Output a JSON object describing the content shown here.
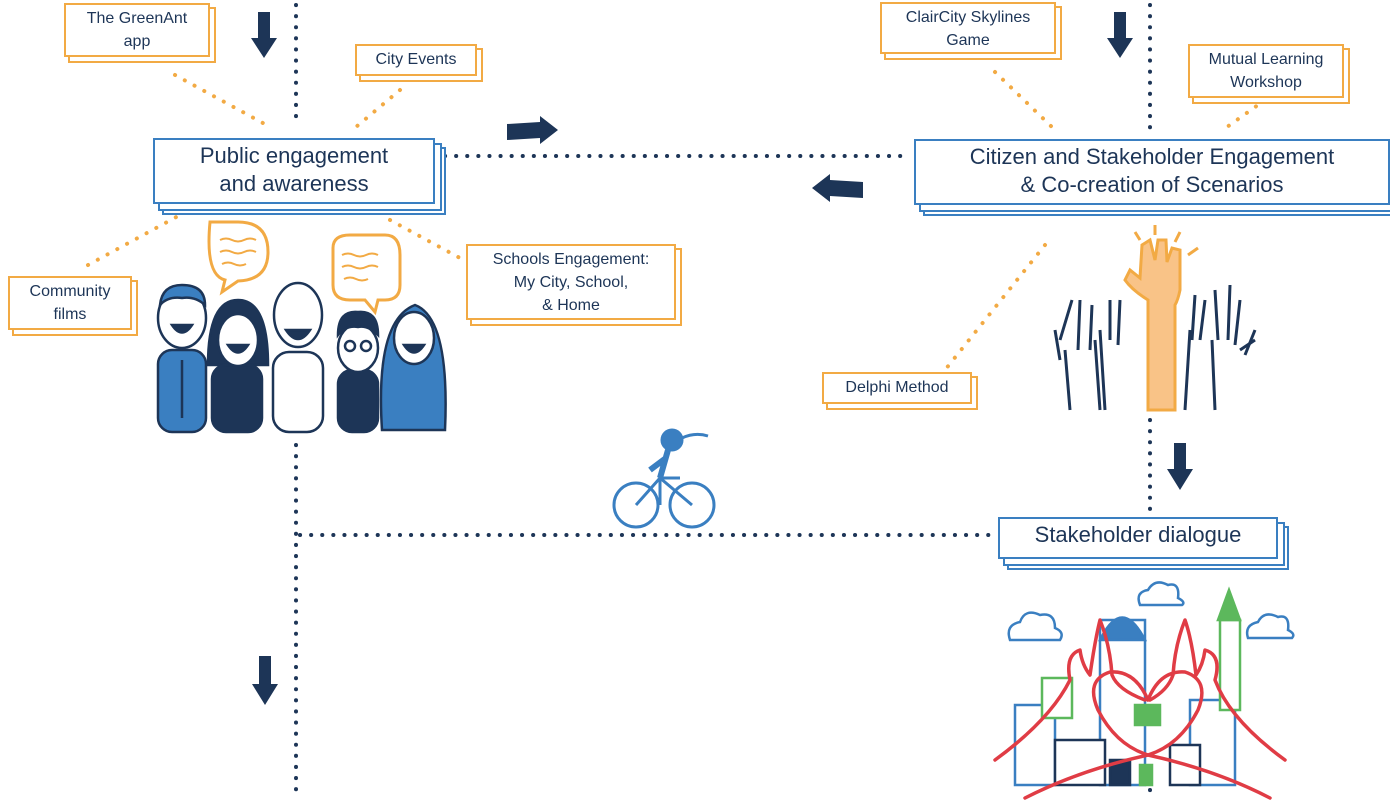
{
  "nodes": {
    "public": "Public engagement\nand awareness",
    "citizen": "Citizen and Stakeholder Engagement\n& Co-creation of Scenarios",
    "dialogue": "Stakeholder dialogue"
  },
  "methods": {
    "greenant": "The GreenAnt\napp",
    "city_events": "City Events",
    "community_films": "Community\nfilms",
    "schools": "Schools Engagement:\nMy City, School,\n& Home",
    "skylines": "ClairCity Skylines\nGame",
    "mutual": "Mutual Learning\nWorkshop",
    "delphi": "Delphi Method"
  },
  "colors": {
    "navy": "#1d3557",
    "blue": "#3a7fc1",
    "orange": "#f2aa44",
    "red": "#e03c45",
    "green": "#5cb85c"
  }
}
